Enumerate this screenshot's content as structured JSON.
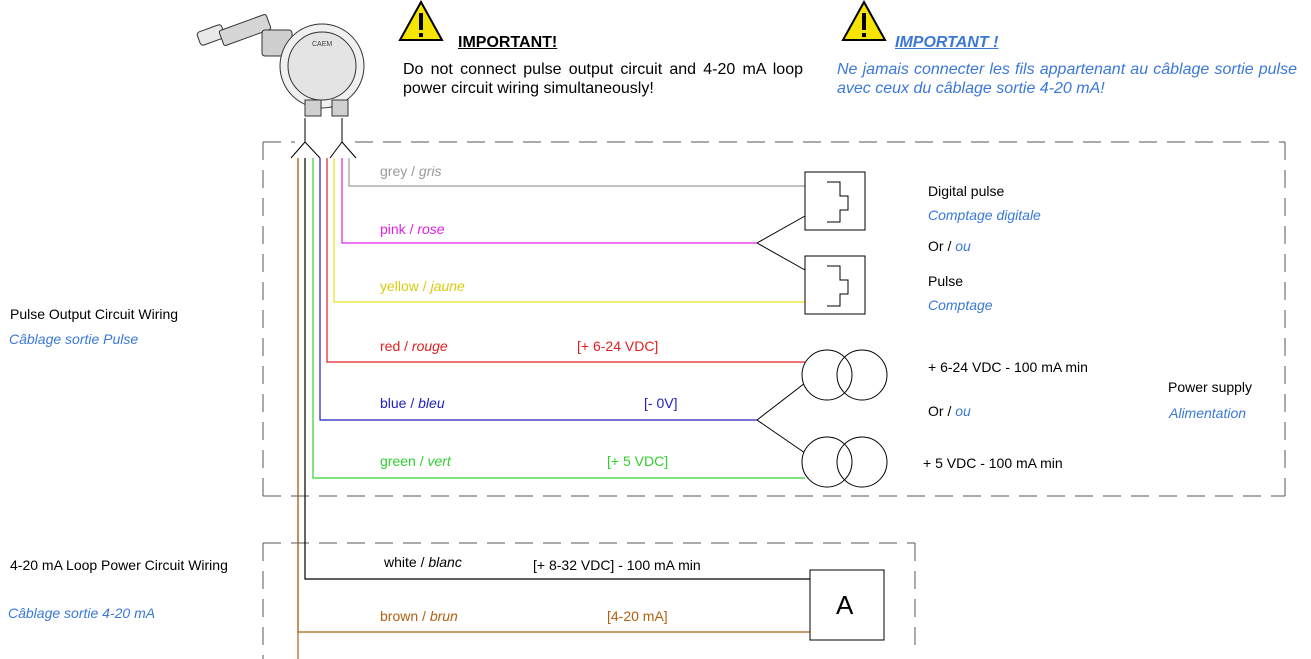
{
  "warning_en": {
    "title": "IMPORTANT!",
    "text": "Do not connect pulse output circuit and 4-20 mA loop power circuit wiring simultaneously!"
  },
  "warning_fr": {
    "title": "IMPORTANT !",
    "text": "Ne jamais connecter les fils appartenant au câblage sortie pulse avec ceux du câblage sortie 4-20 mA!"
  },
  "sections": {
    "pulse": {
      "en": "Pulse Output Circuit Wiring",
      "fr": "Câblage sortie Pulse"
    },
    "loop": {
      "en": "4-20 mA Loop Power Circuit Wiring",
      "fr": "Câblage sortie 4-20 mA"
    }
  },
  "wires": [
    {
      "id": "grey",
      "en": "grey / ",
      "fr": "gris",
      "color": "#9a9a9a",
      "value": ""
    },
    {
      "id": "pink",
      "en": "pink / ",
      "fr": "rose",
      "color": "#e020e0",
      "value": ""
    },
    {
      "id": "yellow",
      "en": "yellow / ",
      "fr": "jaune",
      "color": "#e8e020",
      "value": ""
    },
    {
      "id": "red",
      "en": "red / ",
      "fr": "rouge",
      "color": "#e02020",
      "value": "[+ 6-24 VDC]"
    },
    {
      "id": "blue",
      "en": "blue / ",
      "fr": "bleu",
      "color": "#2020c0",
      "value": "[- 0V]"
    },
    {
      "id": "green",
      "en": "green / ",
      "fr": "vert",
      "color": "#30d030",
      "value": "[+ 5 VDC]"
    },
    {
      "id": "white",
      "en": "white / ",
      "fr": "blanc",
      "color": "#000000",
      "value": "[+ 8-32 VDC] - 100 mA min"
    },
    {
      "id": "brown",
      "en": "brown / ",
      "fr": "brun",
      "color": "#b06010",
      "value": "[4-20 mA]"
    }
  ],
  "right_labels": {
    "digital_pulse_en": "Digital pulse",
    "digital_pulse_fr": "Comptage digitale",
    "or1_en": "Or / ",
    "or1_fr": "ou",
    "pulse_en": "Pulse",
    "pulse_fr": "Comptage",
    "supply1": "+ 6-24 VDC  -  100 mA min",
    "or2_en": "Or / ",
    "or2_fr": "ou",
    "supply2": "+ 5 VDC  -  100 mA min",
    "power_en": "Power supply",
    "power_fr": "Alimentation"
  },
  "ammeter_label": "A",
  "colors": {
    "french_text": "#3a78d8",
    "warning_yellow": "#f5e400",
    "dash": "#555555"
  }
}
